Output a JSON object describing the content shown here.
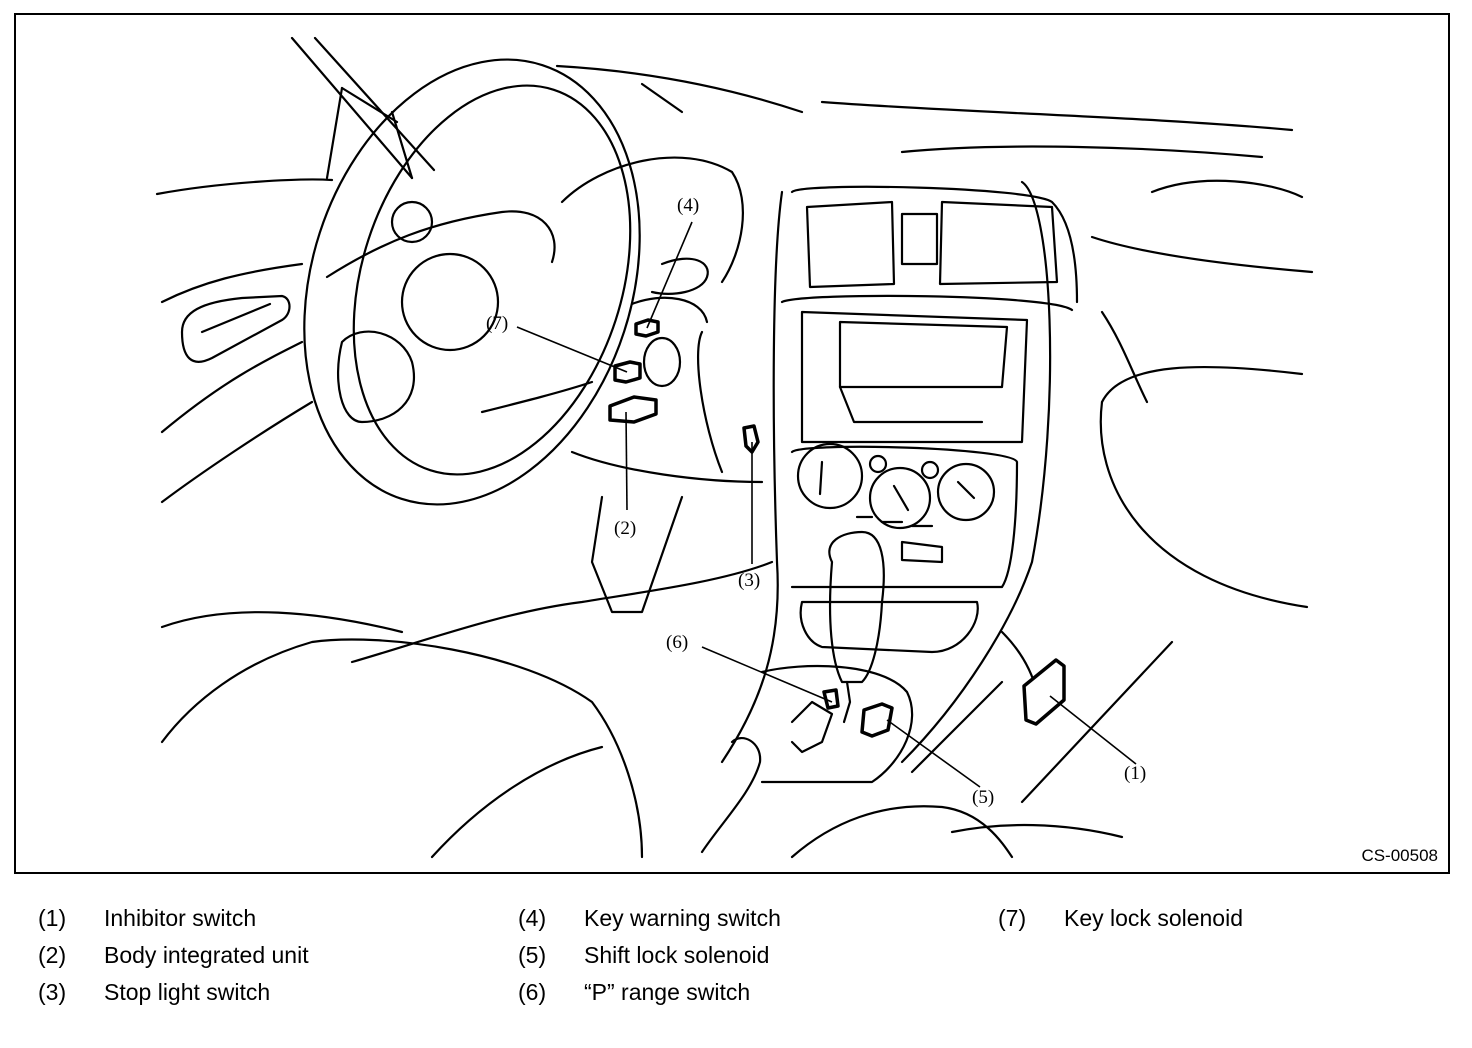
{
  "figure": {
    "code": "CS-00508",
    "description": "Vehicle interior line drawing (steering wheel, dashboard, center console, shifter) showing component locations"
  },
  "callouts": [
    {
      "id": "1",
      "label": "(1)"
    },
    {
      "id": "2",
      "label": "(2)"
    },
    {
      "id": "3",
      "label": "(3)"
    },
    {
      "id": "4",
      "label": "(4)"
    },
    {
      "id": "5",
      "label": "(5)"
    },
    {
      "id": "6",
      "label": "(6)"
    },
    {
      "id": "7",
      "label": "(7)"
    }
  ],
  "legend": [
    {
      "num": "(1)",
      "text": "Inhibitor switch"
    },
    {
      "num": "(2)",
      "text": "Body integrated unit"
    },
    {
      "num": "(3)",
      "text": "Stop light switch"
    },
    {
      "num": "(4)",
      "text": "Key warning switch"
    },
    {
      "num": "(5)",
      "text": "Shift lock solenoid"
    },
    {
      "num": "(6)",
      "text": "“P” range switch"
    },
    {
      "num": "(7)",
      "text": "Key lock solenoid"
    }
  ]
}
